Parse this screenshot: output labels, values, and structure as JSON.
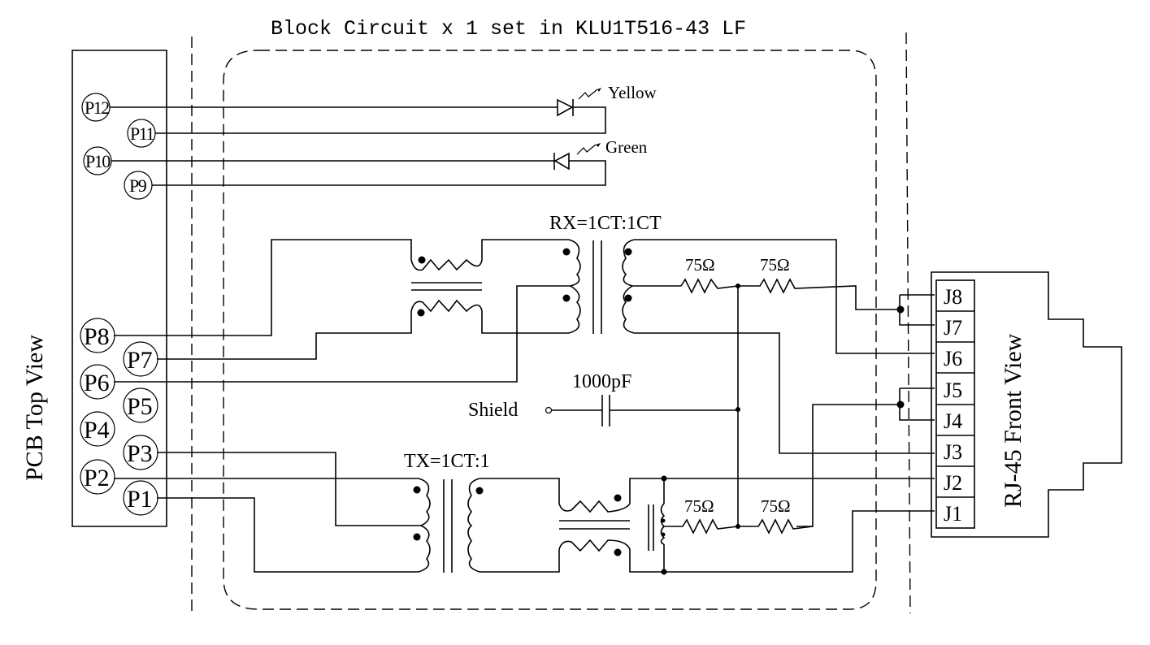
{
  "title": "Block Circuit x 1 set in KLU1T516-43 LF",
  "pcb": {
    "label": "PCB Top View",
    "pins": [
      "P12",
      "P11",
      "P10",
      "P9",
      "P8",
      "P7",
      "P6",
      "P5",
      "P4",
      "P3",
      "P2",
      "P1"
    ]
  },
  "leds": [
    {
      "color_label": "Yellow"
    },
    {
      "color_label": "Green"
    }
  ],
  "transformers": {
    "rx_label": "RX=1CT:1CT",
    "tx_label": "TX=1CT:1"
  },
  "resistors": [
    "75Ω",
    "75Ω",
    "75Ω",
    "75Ω"
  ],
  "capacitor": {
    "value": "1000pF"
  },
  "shield_label": "Shield",
  "rj45": {
    "label": "RJ-45 Front View",
    "pins": [
      "J8",
      "J7",
      "J6",
      "J5",
      "J4",
      "J3",
      "J2",
      "J1"
    ]
  }
}
